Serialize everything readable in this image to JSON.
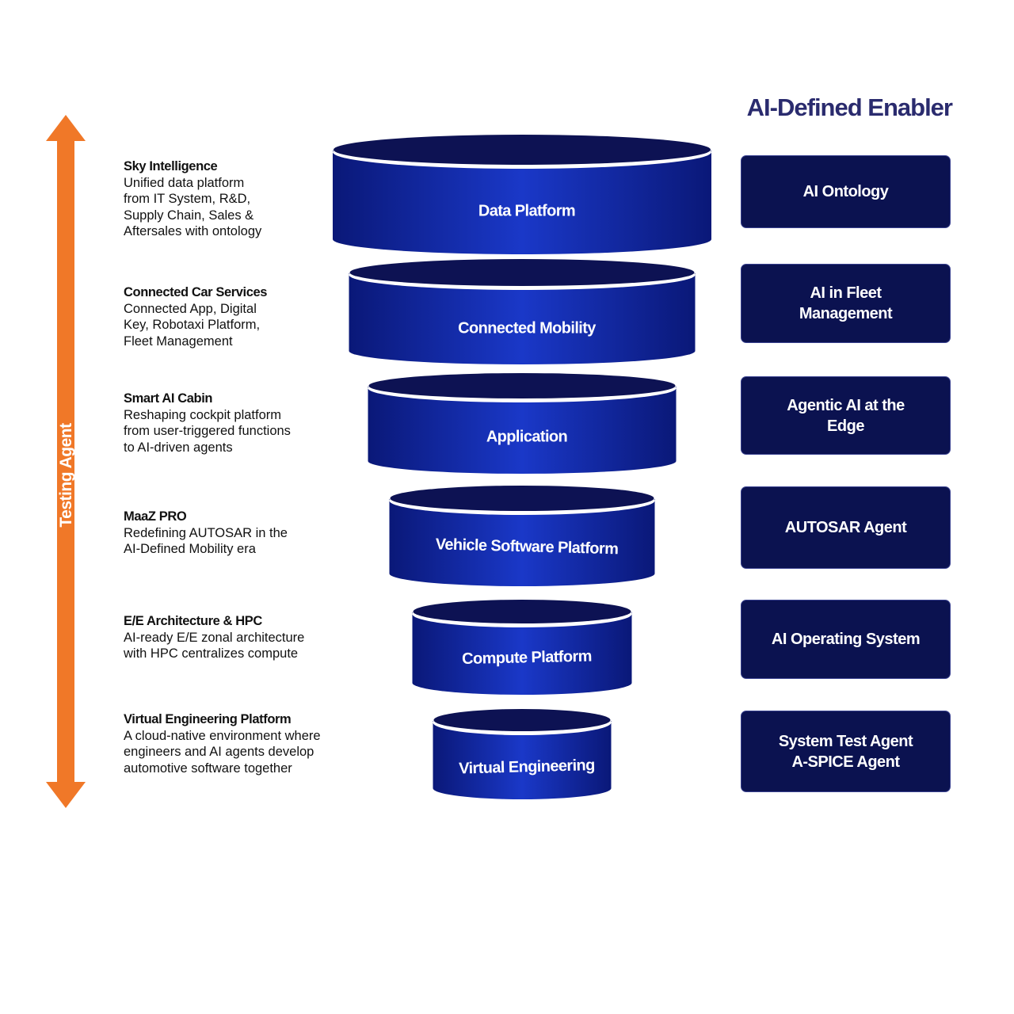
{
  "header": {
    "enabler_title": "AI-Defined Enabler"
  },
  "side_axis": {
    "label": "Testing Agent",
    "color": "#f07828"
  },
  "layers": [
    {
      "name": "Data Platform",
      "desc_title": "Sky Intelligence",
      "desc_body": "Unified data platform\nfrom IT System, R&D,\nSupply Chain, Sales &\nAftersales with ontology",
      "enabler": "AI Ontology"
    },
    {
      "name": "Connected Mobility",
      "desc_title": "Connected Car Services",
      "desc_body": "Connected App, Digital\nKey, Robotaxi Platform,\nFleet Management",
      "enabler": "AI in Fleet\nManagement"
    },
    {
      "name": "Application",
      "desc_title": "Smart AI Cabin",
      "desc_body": "Reshaping cockpit platform\nfrom user-triggered functions\nto AI-driven agents",
      "enabler": "Agentic AI at the\nEdge"
    },
    {
      "name": "Vehicle Software Platform",
      "desc_title": "MaaZ PRO",
      "desc_body": "Redefining AUTOSAR in the\nAI-Defined Mobility era",
      "enabler": "AUTOSAR Agent"
    },
    {
      "name": "Compute Platform",
      "desc_title": "E/E Architecture & HPC",
      "desc_body": "AI-ready E/E zonal architecture\nwith HPC centralizes compute",
      "enabler": "AI Operating System"
    },
    {
      "name": "Virtual Engineering",
      "desc_title": "Virtual Engineering Platform",
      "desc_body": "A cloud-native environment where\nengineers and AI agents develop\nautomotive software together",
      "enabler": "System Test Agent\nA-SPICE Agent"
    }
  ],
  "colors": {
    "cylinder_top": "#0d1253",
    "cylinder_body_center": "#1a38c8",
    "cylinder_body_edge": "#0a1878",
    "enabler_box": "#0b1250",
    "title": "#2a2b6e"
  }
}
